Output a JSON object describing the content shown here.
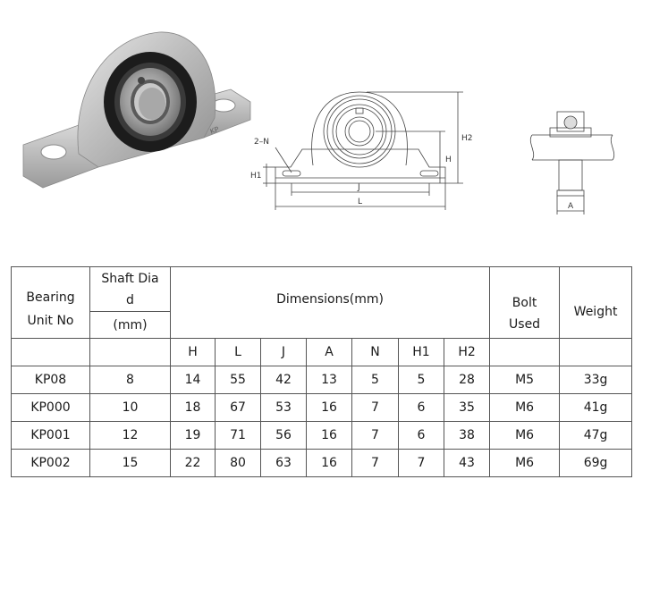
{
  "diagram_labels": {
    "two_n": "2–N",
    "h1": "H1",
    "h": "H",
    "h2": "H2",
    "j": "J",
    "l": "L",
    "a": "A",
    "logo_mark": "KP"
  },
  "table": {
    "headers": {
      "bearing_line1": "Bearing",
      "bearing_line2": "Unit No",
      "shaft_line1": "Shaft Dia",
      "shaft_line2": "d",
      "shaft_unit": "(mm)",
      "dimensions": "Dimensions(mm)",
      "bolt_line1": "Bolt",
      "bolt_line2": "Used",
      "weight": "Weight"
    },
    "dim_columns": [
      "H",
      "L",
      "J",
      "A",
      "N",
      "H1",
      "H2"
    ],
    "rows": [
      {
        "unit": "KP08",
        "d": "8",
        "dims": [
          "14",
          "55",
          "42",
          "13",
          "5",
          "5",
          "28"
        ],
        "bolt": "M5",
        "weight": "33g"
      },
      {
        "unit": "KP000",
        "d": "10",
        "dims": [
          "18",
          "67",
          "53",
          "16",
          "7",
          "6",
          "35"
        ],
        "bolt": "M6",
        "weight": "41g"
      },
      {
        "unit": "KP001",
        "d": "12",
        "dims": [
          "19",
          "71",
          "56",
          "16",
          "7",
          "6",
          "38"
        ],
        "bolt": "M6",
        "weight": "47g"
      },
      {
        "unit": "KP002",
        "d": "15",
        "dims": [
          "22",
          "80",
          "63",
          "16",
          "7",
          "7",
          "43"
        ],
        "bolt": "M6",
        "weight": "69g"
      }
    ]
  }
}
